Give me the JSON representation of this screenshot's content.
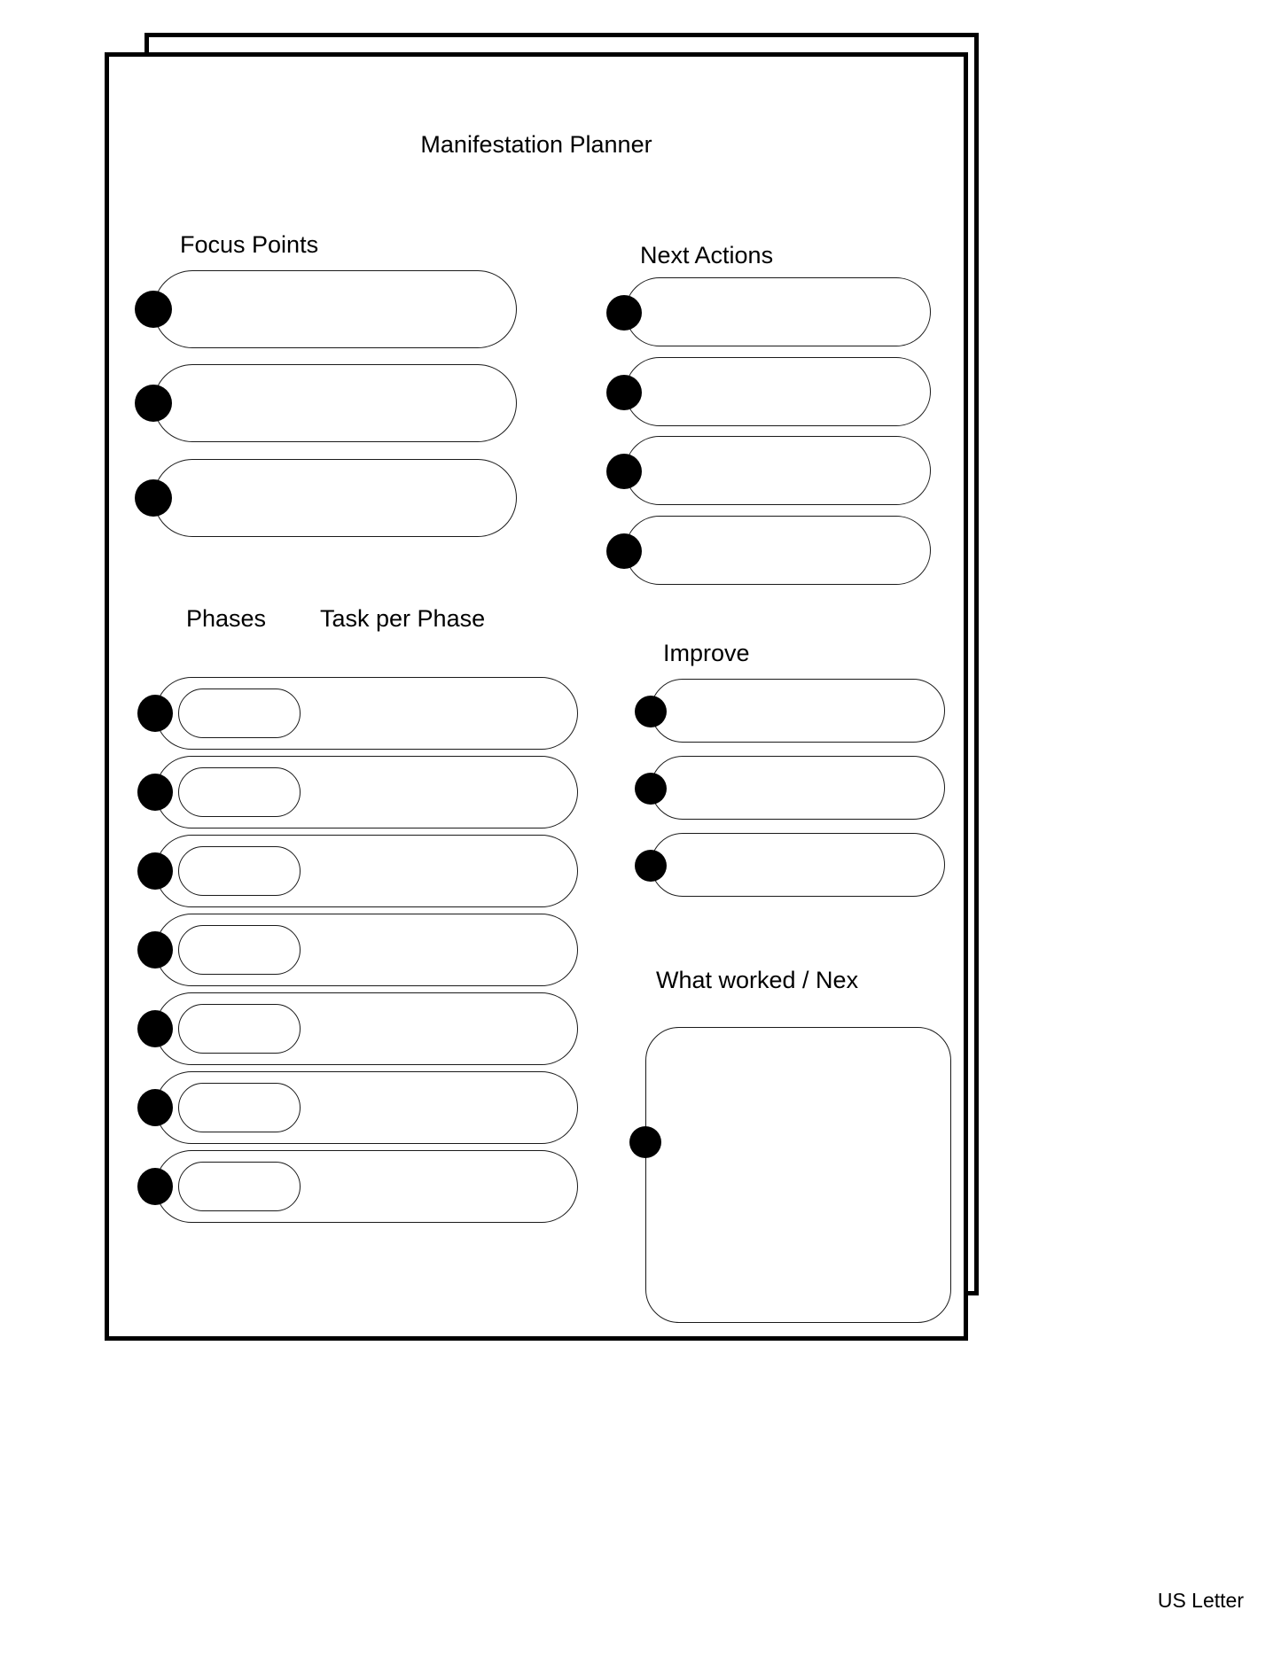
{
  "document": {
    "title": "Manifestation Planner",
    "paper_size_label": "US Letter",
    "ink_color": "#000000",
    "paper_color": "#ffffff"
  },
  "sections": {
    "focus_points": {
      "heading": "Focus Points",
      "field_count": 3,
      "fields": [
        {
          "value": "",
          "placeholder": ""
        },
        {
          "value": "",
          "placeholder": ""
        },
        {
          "value": "",
          "placeholder": ""
        }
      ]
    },
    "next_actions": {
      "heading": "Next Actions",
      "field_count": 4,
      "fields": [
        {
          "value": "",
          "placeholder": ""
        },
        {
          "value": "",
          "placeholder": ""
        },
        {
          "value": "",
          "placeholder": ""
        },
        {
          "value": "",
          "placeholder": ""
        }
      ]
    },
    "phases": {
      "heading": "Phases",
      "task_heading": "Task per Phase",
      "row_count": 7,
      "rows": [
        {
          "phase": "",
          "task": ""
        },
        {
          "phase": "",
          "task": ""
        },
        {
          "phase": "",
          "task": ""
        },
        {
          "phase": "",
          "task": ""
        },
        {
          "phase": "",
          "task": ""
        },
        {
          "phase": "",
          "task": ""
        },
        {
          "phase": "",
          "task": ""
        }
      ]
    },
    "improve": {
      "heading": "Improve",
      "field_count": 3,
      "fields": [
        {
          "value": "",
          "placeholder": ""
        },
        {
          "value": "",
          "placeholder": ""
        },
        {
          "value": "",
          "placeholder": ""
        }
      ]
    },
    "what_worked": {
      "heading": "What worked / Nex",
      "field_count": 1,
      "fields": [
        {
          "value": "",
          "placeholder": ""
        }
      ]
    }
  }
}
